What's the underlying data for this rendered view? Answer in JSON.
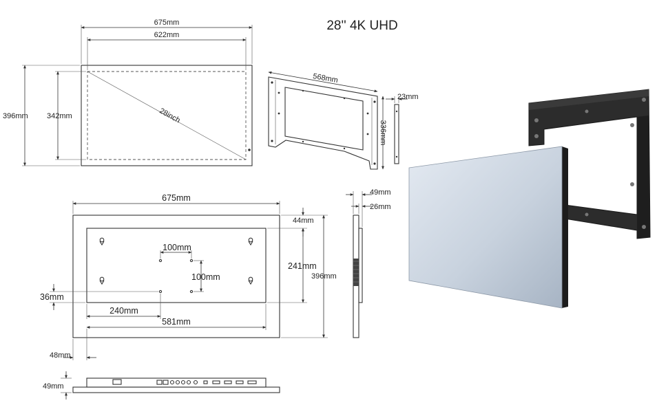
{
  "title": "28'' 4K UHD",
  "front_view": {
    "width_outer": "675mm",
    "width_inner": "622mm",
    "height_outer": "396mm",
    "height_inner": "342mm",
    "diagonal": "28inch"
  },
  "bracket_view": {
    "width": "568mm",
    "height": "336mm",
    "depth": "23mm"
  },
  "rear_view": {
    "width": "675mm",
    "top_margin": "44mm",
    "vesa_h": "100mm",
    "vesa_v": "100mm",
    "panel_height": "241mm",
    "total_height": "396mm",
    "bottom_offset": "36mm",
    "left_to_hole": "240mm",
    "panel_width": "581mm",
    "left_margin": "48mm"
  },
  "side_view": {
    "depth_total": "49mm",
    "depth_body": "26mm"
  },
  "bottom_view": {
    "depth": "49mm"
  },
  "colors": {
    "line": "#333333",
    "frame": "#2a2a2a",
    "mirror_top": "#dfe6ef",
    "mirror_bottom": "#a9b6c6"
  }
}
